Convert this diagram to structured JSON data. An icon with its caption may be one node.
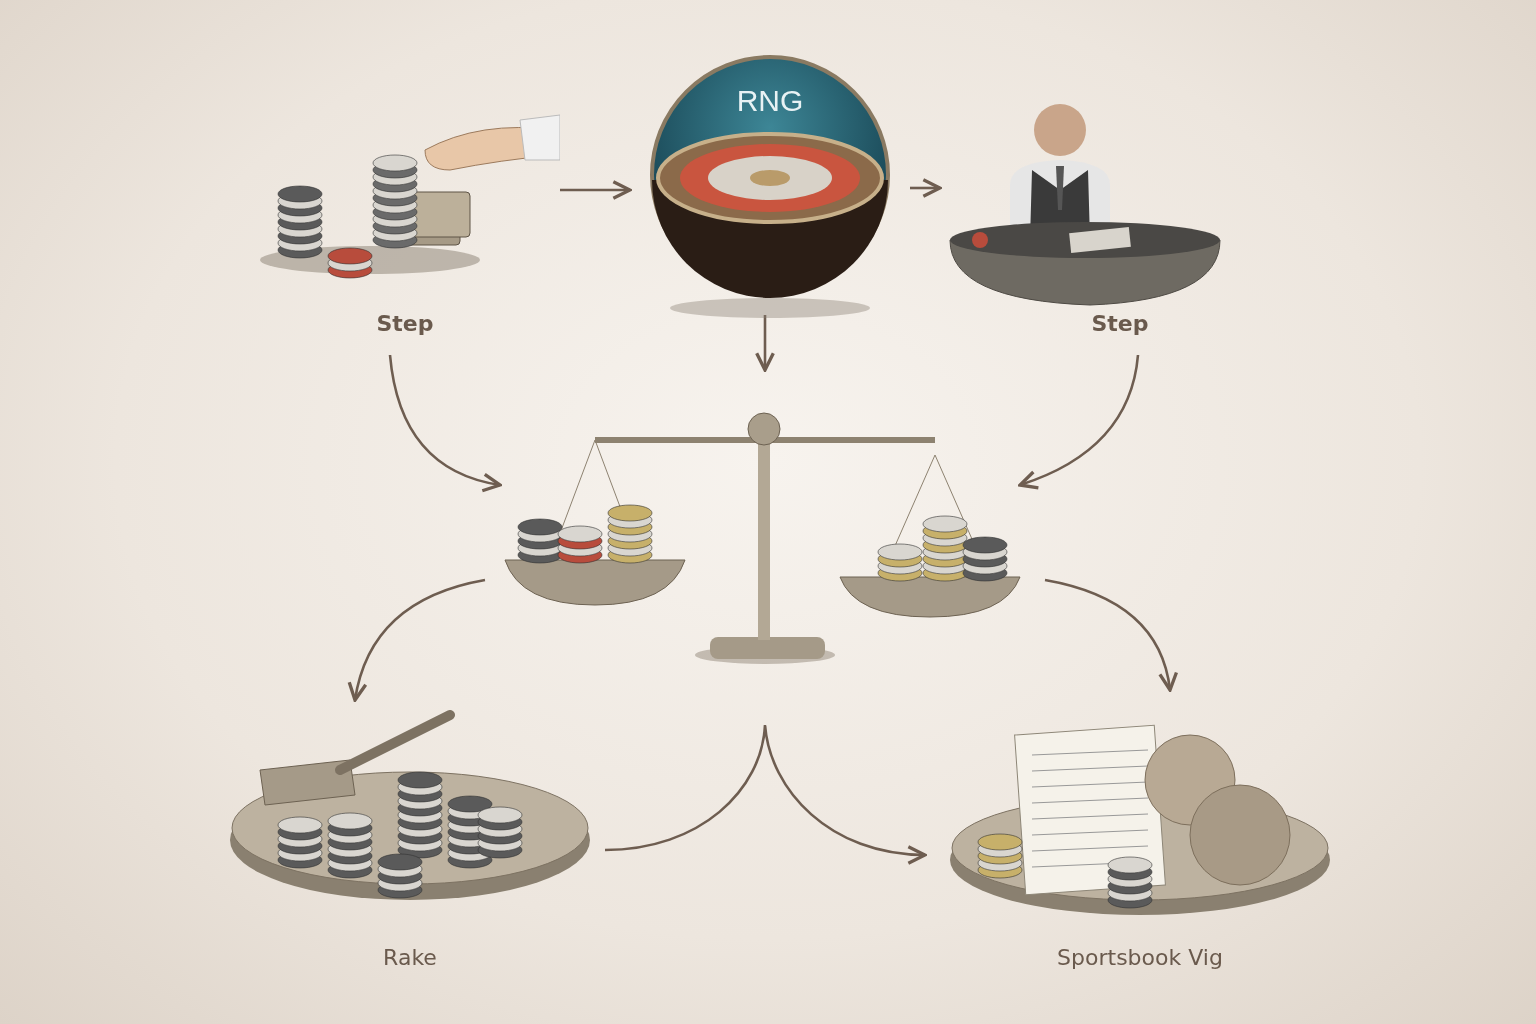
{
  "diagram": {
    "nodes": [
      {
        "text": [
          "Step"
        ]
      },
      {
        "text": [
          "RNG"
        ]
      },
      {
        "text": [
          "Step"
        ]
      },
      {
        "text": [],
        "shape": "picture"
      },
      {
        "text": [
          "Rake"
        ]
      },
      {
        "text": [
          "Sportsbook Vig"
        ]
      }
    ],
    "edges": [
      {
        "from": 0,
        "to": 1,
        "arrow": "to"
      },
      {
        "from": 1,
        "to": 2,
        "arrow": "to"
      },
      {
        "from": 1,
        "to": 3,
        "arrow": "to"
      },
      {
        "from": 0,
        "to": 3,
        "arrow": "to"
      },
      {
        "from": 2,
        "to": 3,
        "arrow": "to"
      },
      {
        "from": 3,
        "to": 4,
        "arrow": "to"
      },
      {
        "from": 3,
        "to": 5,
        "arrow": "to"
      },
      {
        "from": 4,
        "to": 5,
        "arrow": "to"
      }
    ]
  }
}
